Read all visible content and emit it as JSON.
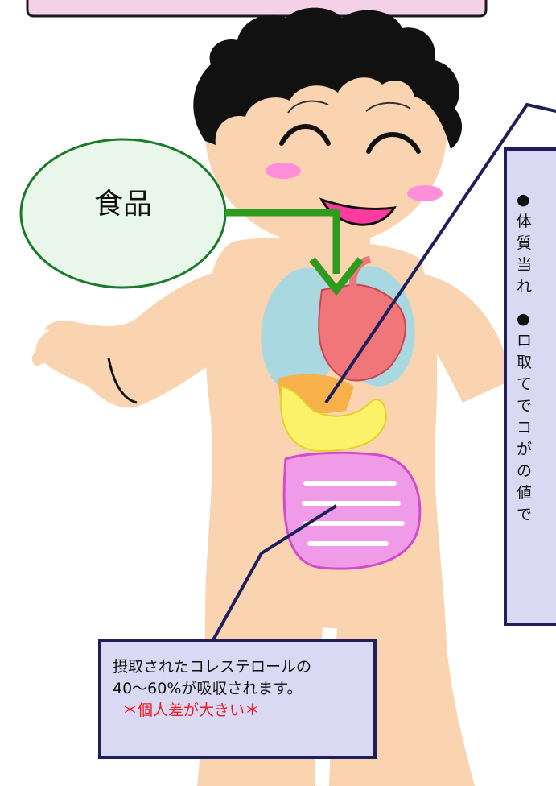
{
  "food_bubble": {
    "label": "食品"
  },
  "absorption_box": {
    "line1": "摂取されたコレステロールの",
    "line2": "40〜60%が吸収されます。",
    "note": "＊個人差が大きい＊"
  },
  "right_box": {
    "lines": [
      "●",
      "体",
      "質",
      "当",
      "れ",
      "",
      "●",
      "ロ",
      "取",
      "て",
      "で",
      "コ",
      "が",
      "の",
      "値",
      "で"
    ]
  },
  "colors": {
    "callout_fill": "#d9d9f3",
    "callout_border": "#1f1f5c",
    "bubble_fill": "#e9f6ea",
    "bubble_border": "#1a7a2a",
    "arrow": "#2e9a1e",
    "skin": "#fad4b1",
    "hair": "#111111",
    "note_red": "#ee1c24"
  }
}
